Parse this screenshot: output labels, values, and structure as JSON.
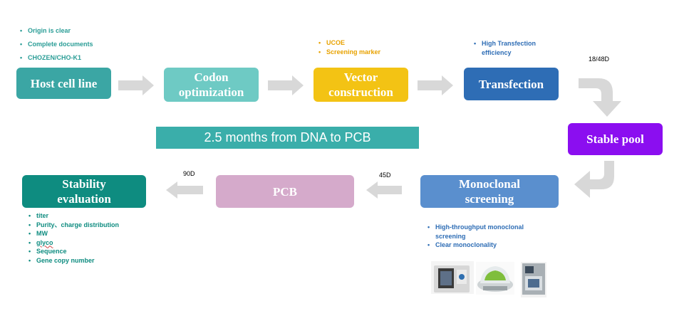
{
  "boxes": {
    "host": {
      "label": "Host cell line",
      "color": "#3ba6a4"
    },
    "codon": {
      "label": "Codon optimization",
      "color": "#6ecac4"
    },
    "vector": {
      "label": "Vector construction",
      "color": "#f3c314"
    },
    "transfection": {
      "label": "Transfection",
      "color": "#2e6db5"
    },
    "stable": {
      "label": "Stable pool",
      "color": "#8b0ef0"
    },
    "monoclonal": {
      "label": "Monoclonal screening",
      "color": "#5a8fce"
    },
    "pcb": {
      "label": "PCB",
      "color": "#d5aacb"
    },
    "stability": {
      "label": "Stability evaluation",
      "color": "#0e8c80"
    }
  },
  "notes": {
    "host": [
      "Origin is clear",
      "Complete documents",
      "CHOZEN/CHO-K1"
    ],
    "vector": [
      "UCOE",
      "Screening marker"
    ],
    "transfection": [
      "High Transfection efficiency"
    ],
    "monoclonal": [
      "High-throughput monoclonal screening",
      "Clear monoclonality"
    ],
    "stability": [
      "titer",
      "Purity、charge distribution",
      "MW",
      "glyco",
      "Sequence",
      "Gene copy number"
    ]
  },
  "durations": {
    "transfection_to_pool": "18/48D",
    "monoclonal": "45D",
    "pcb": "90D"
  },
  "banner": "2.5 months from DNA to PCB",
  "colors": {
    "arrow": "#d8d8d8",
    "note_teal": "#2a9d96",
    "note_orange": "#e8a200",
    "note_blue": "#2e6db5"
  }
}
